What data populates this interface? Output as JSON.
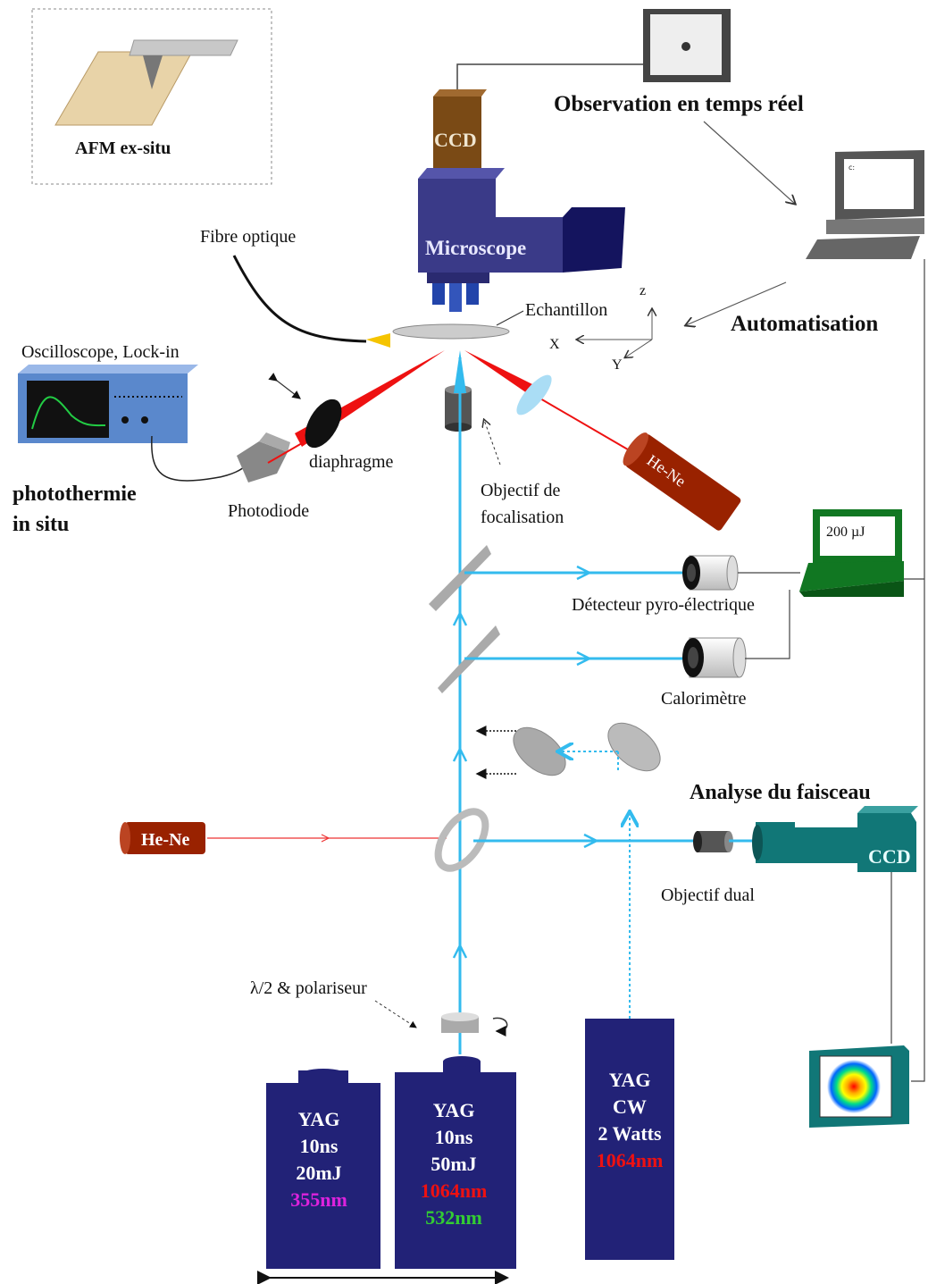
{
  "colors": {
    "beam_blue": "#33bbee",
    "laser_red": "#ee1111",
    "yag_navy": "#222277",
    "teal": "#117777",
    "green_device": "#117722",
    "hene_brown": "#992200",
    "ccd_brown": "#7a4a15",
    "scope_blue": "#3a3a88",
    "magenta": "#dd22dd",
    "green_text": "#33cc33",
    "red_text": "#ee1111"
  },
  "afm": {
    "label": "AFM ex-situ",
    "icon": "afm-tip-icon"
  },
  "observation": {
    "label": "Observation en temps réel",
    "icon": "monitor-icon"
  },
  "automation": {
    "label": "Automatisation",
    "icon": "computer-icon"
  },
  "ccd_top": {
    "label": "CCD"
  },
  "microscope": {
    "label": "Microscope"
  },
  "fibre": {
    "label": "Fibre optique"
  },
  "sample": {
    "label": "Echantillon"
  },
  "axes": {
    "z": "z",
    "x": "X",
    "y": "Y"
  },
  "oscilloscope": {
    "label": "Oscilloscope, Lock-in"
  },
  "photothermie": {
    "line1": "photothermie",
    "line2": "in situ"
  },
  "diaphragm": {
    "label": "diaphragme"
  },
  "photodiode": {
    "label": "Photodiode"
  },
  "objectif_focal": {
    "line1": "Objectif de",
    "line2": "focalisation"
  },
  "hene_top": {
    "label": "He-Ne"
  },
  "energy_meter": {
    "reading": "200 µJ"
  },
  "pyro": {
    "label": "Détecteur pyro-électrique"
  },
  "calorimeter": {
    "label": "Calorimètre"
  },
  "beam_analysis": {
    "label": "Analyse du faisceau",
    "ccd": "CCD",
    "objective": "Objectif dual"
  },
  "hene_left": {
    "label": "He-Ne"
  },
  "waveplate": {
    "label": "λ/2 & polariseur"
  },
  "lasers": [
    {
      "lines": [
        "YAG",
        "10ns",
        "20mJ"
      ],
      "colored": [
        {
          "text": "355nm",
          "color": "#dd22dd"
        }
      ]
    },
    {
      "lines": [
        "YAG",
        "10ns",
        "50mJ"
      ],
      "colored": [
        {
          "text": "1064nm",
          "color": "#ee1111"
        },
        {
          "text": "532nm",
          "color": "#33cc33"
        }
      ]
    },
    {
      "lines": [
        "YAG",
        "CW",
        "2 Watts"
      ],
      "colored": [
        {
          "text": "1064nm",
          "color": "#ee1111"
        }
      ]
    }
  ]
}
